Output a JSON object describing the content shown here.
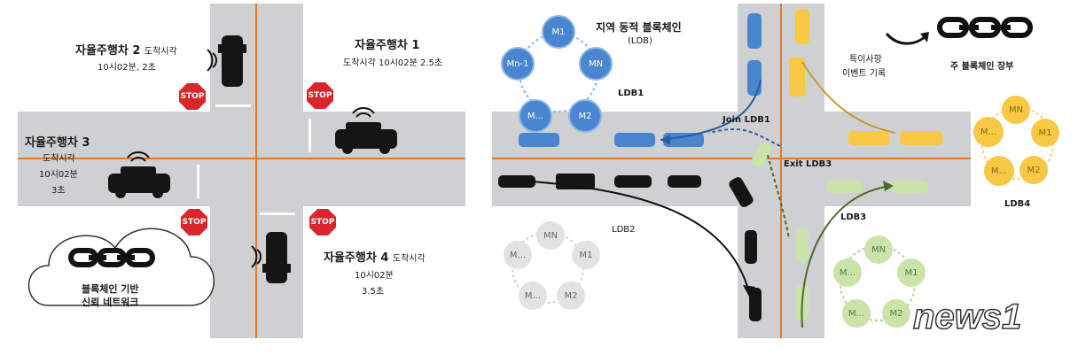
{
  "left": {
    "car1": {
      "name": "자율주행차 1",
      "time": "도착시각 10시02분 2.5초"
    },
    "car2": {
      "name": "자율주행차 2",
      "suffix": "도착시각",
      "time": "10시02분, 2초"
    },
    "car3": {
      "name": "자율주행차 3",
      "l1": "도착시각",
      "l2": "10시02분",
      "l3": "3초"
    },
    "car4": {
      "name": "자율주행차 4",
      "suffix": "도착시각",
      "l2": "10시02분",
      "l3": "3.5초"
    },
    "stop_label": "STOP",
    "cloud": {
      "line1": "블록체인 기반",
      "line2": "신뢰 네트워크"
    }
  },
  "right": {
    "title_line1": "지역 동적 블록체인",
    "title_line2": "(LDB)",
    "ldb1": "LDB1",
    "ldb2": "LDB2",
    "ldb3": "LDB3",
    "ldb4": "LDB4",
    "join": "Join LDB1",
    "exit": "Exit LDB3",
    "event_line1": "특이사항",
    "event_line2": "이벤트 기록",
    "main_ledger": "주 블록체인 장부",
    "watermark": "news1",
    "nodes": {
      "m1": "M1",
      "m2": "M2",
      "mn": "MN",
      "mdots": "M...",
      "mn1": "Mn-1",
      "mdots2": "M..."
    }
  },
  "colors": {
    "road": "#cfd0d2",
    "lane": "#e07a2a",
    "blue": "#4a86cf",
    "yellow": "#f7c844",
    "green": "#c9e3a8",
    "stop": "#d8262b"
  }
}
